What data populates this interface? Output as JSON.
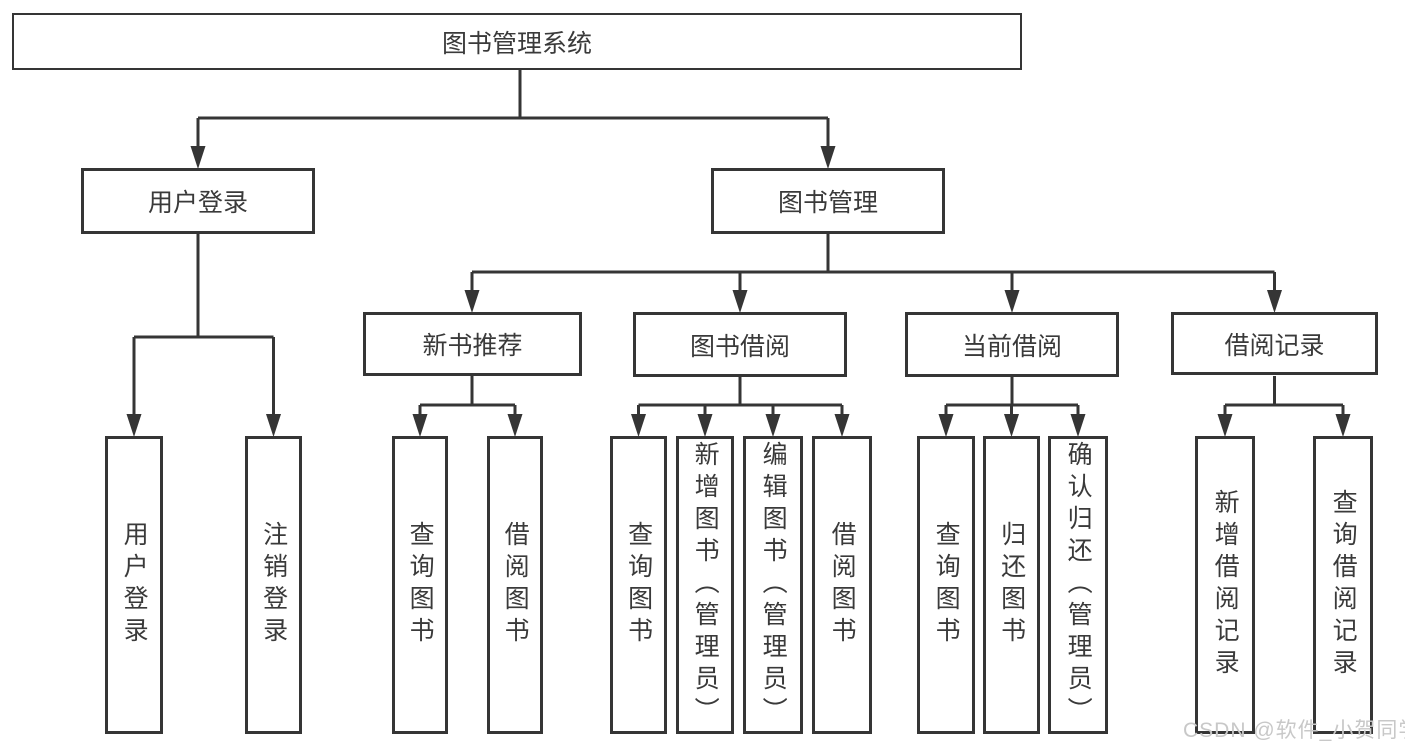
{
  "nodes": {
    "root": "图书管理系统",
    "login": "用户登录",
    "manage": "图书管理",
    "recommend": "新书推荐",
    "borrow": "图书借阅",
    "current": "当前借阅",
    "records": "借阅记录"
  },
  "leaves": {
    "login": [
      "用户登录",
      "注销登录"
    ],
    "recommend": [
      "查询图书",
      "借阅图书"
    ],
    "borrow": [
      "查询图书",
      "新增图书（管理员）",
      "编辑图书（管理员）",
      "借阅图书"
    ],
    "current": [
      "查询图书",
      "归还图书",
      "确认归还（管理员）"
    ],
    "records": [
      "新增借阅记录",
      "查询借阅记录"
    ]
  },
  "watermark": "CSDN @软件_小贺同学",
  "colors": {
    "line": "#353535",
    "text": "#3a3a3a",
    "watermark": "#c8c8c8",
    "background": "#ffffff"
  }
}
